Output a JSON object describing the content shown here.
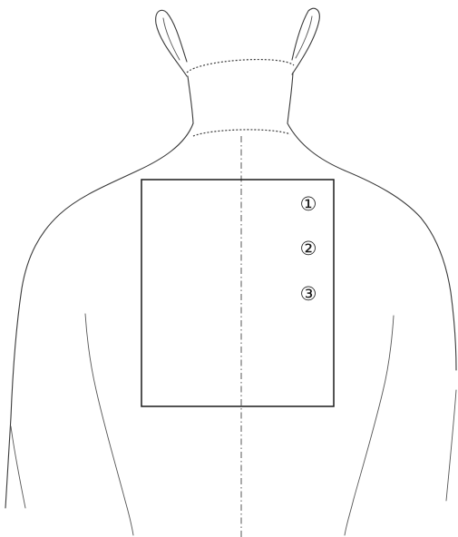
{
  "figure": {
    "markers": [
      {
        "label": "①"
      },
      {
        "label": "②"
      },
      {
        "label": "③"
      }
    ]
  }
}
